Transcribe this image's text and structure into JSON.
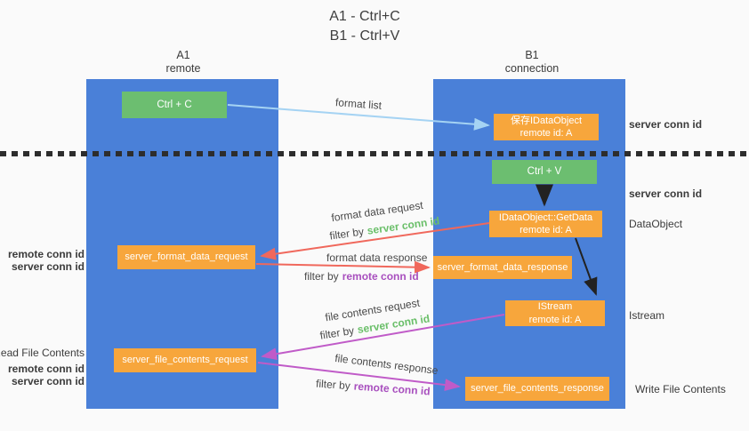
{
  "title": {
    "line1": "A1 - Ctrl+C",
    "line2": "B1 - Ctrl+V"
  },
  "lanes": {
    "a1": {
      "title": "A1",
      "subtitle": "remote"
    },
    "b1": {
      "title": "B1",
      "subtitle": "connection"
    }
  },
  "boxes": {
    "ctrl_c": "Ctrl + C",
    "save_idataobject": {
      "line1": "保存IDataObject",
      "line2": "remote id: A"
    },
    "ctrl_v": "Ctrl + V",
    "getdata": {
      "line1": "IDataObject::GetData",
      "line2": "remote id: A"
    },
    "format_request": "server_format_data_request",
    "format_response": "server_format_data_response",
    "istream": {
      "line1": "IStream",
      "line2": "remote id: A"
    },
    "file_request": "server_file_contents_request",
    "file_response": "server_file_contents_response"
  },
  "edge_labels": {
    "format_list": "format list",
    "format_data_request": "format data request",
    "format_data_response": "format data response",
    "file_contents_request": "file contents request",
    "file_contents_response": "file contents response",
    "filter_by": "filter by",
    "server_conn_id": "server conn id",
    "remote_conn_id": "remote conn id"
  },
  "side_labels": {
    "server_conn_id_top": "server conn id",
    "server_conn_id_mid": "server conn id",
    "data_object": "DataObject",
    "istream": "Istream",
    "write_file_contents": "Write File Contents",
    "read_file_contents": "Read File Contents",
    "remote_conn_id_1": "remote conn id",
    "server_conn_id_1": "server conn id",
    "remote_conn_id_2": "remote conn id",
    "server_conn_id_2": "server conn id"
  },
  "colors": {
    "lane_blue": "#4A80D8",
    "box_green": "#6CBE70",
    "box_orange": "#F7A63C",
    "arrow_light_blue": "#A5D3F3",
    "arrow_black": "#222222",
    "arrow_red": "#F0685C",
    "arrow_magenta": "#C05BC8",
    "text_green": "#6ABF69",
    "text_purple": "#A84FBE",
    "separator_dark": "#2D2D2D",
    "background": "#FAFAFA"
  }
}
